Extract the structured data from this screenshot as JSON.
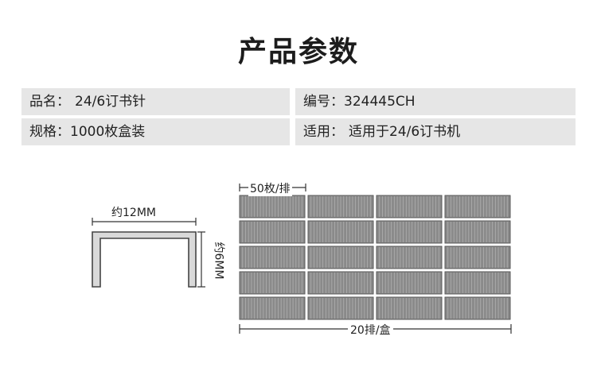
{
  "title": "产品参数",
  "specs": [
    {
      "label": "品名",
      "value": "24/6订书针"
    },
    {
      "label": "编号",
      "value": "324445CH"
    },
    {
      "label": "规格",
      "value": "1000枚盒装"
    },
    {
      "label": "适用",
      "value": "适用于24/6订书机"
    }
  ],
  "separator": "：",
  "diagram": {
    "width_label": "约12MM",
    "height_label": "约6MM",
    "row_label": "50枚/排",
    "box_label": "20排/盒"
  },
  "colors": {
    "cell_bg": "#e6e6e6",
    "staple_fill": "#8a8a8a",
    "staple_line": "#5a5a5a"
  }
}
